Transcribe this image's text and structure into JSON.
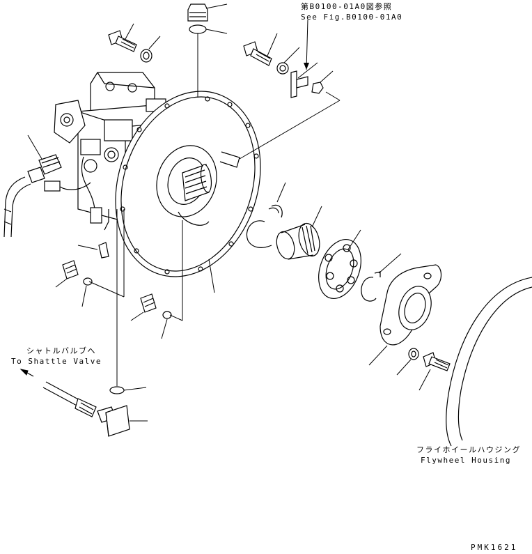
{
  "ref_note": {
    "ja": "第B0100-01A0図参照",
    "en": "See Fig.B0100-01A0"
  },
  "shuttle_valve": {
    "ja": "シャトルバルブへ",
    "en": "To Shattle Valve"
  },
  "flywheel": {
    "ja": "フライホイールハウジング",
    "en": "Flywheel Housing"
  },
  "drawing_code": "PMK1621"
}
